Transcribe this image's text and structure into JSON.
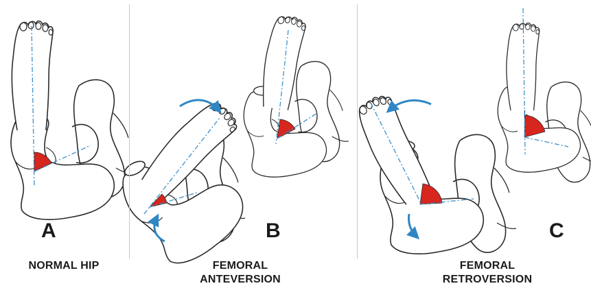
{
  "panels": [
    {
      "letter": "A",
      "caption_line1": "",
      "caption_line2": "NORMAL HIP"
    },
    {
      "letter": "B",
      "caption_line1": "FEMORAL",
      "caption_line2": "ANTEVERSION"
    },
    {
      "letter": "C",
      "caption_line1": "FEMORAL",
      "caption_line2": "RETROVERSION"
    }
  ],
  "colors": {
    "outline": "#2a2a2a",
    "axis_line": "#3a8fc9",
    "angle_fill": "#d7261e",
    "arrow": "#2f86c4",
    "divider": "#c8c8c8"
  },
  "icons": [
    "foot-icon",
    "femur-icon",
    "pelvis-icon",
    "rotation-arrow-icon"
  ]
}
